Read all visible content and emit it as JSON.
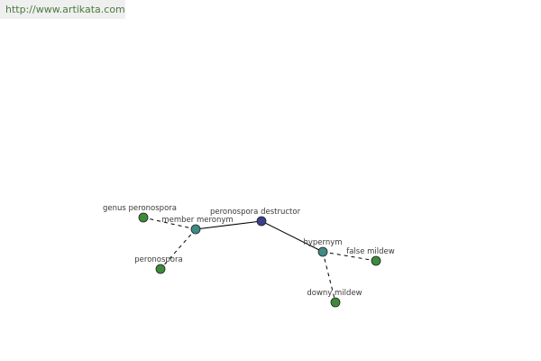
{
  "watermark": "http://www.artikata.com",
  "colors": {
    "center_node": "#3b3f8a",
    "relation_node": "#3f8a85",
    "leaf_node": "#3e8a3b",
    "edge": "#000000",
    "watermark_bg": "#efefef",
    "watermark_text": "#4a7a3e"
  },
  "nodes": {
    "center": "peronospora destructor",
    "member_meronym": "member meronym",
    "hypernym": "hypernym",
    "genus": "genus peronospora",
    "peronospora": "peronospora",
    "false_mildew": "false mildew",
    "downy_mildew": "downy mildew"
  }
}
